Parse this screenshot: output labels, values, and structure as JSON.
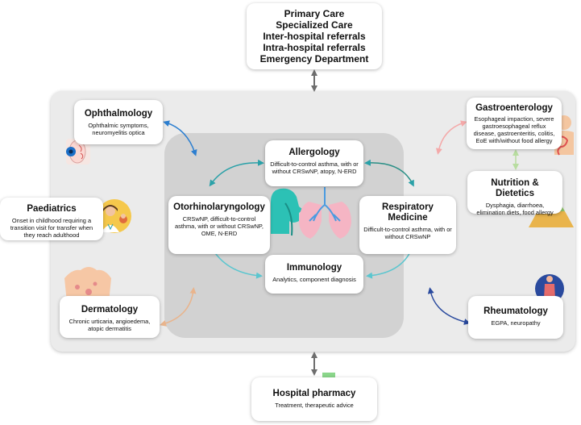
{
  "referral_sources": [
    "Primary Care",
    "Specialized Care",
    "Inter-hospital referrals",
    "Intra-hospital referrals",
    "Emergency Department"
  ],
  "core": {
    "allergology": {
      "title": "Allergology",
      "desc": "Difficult-to-control asthma, with or without CRSwNP, atopy, N-ERD"
    },
    "otorhinolaryngology": {
      "title": "Otorhinolaryngology",
      "desc": "CRSwNP, difficult-to-control asthma, with or without CRSwNP, OME, N-ERD"
    },
    "respiratory": {
      "title": "Respiratory Medicine",
      "desc": "Difficult-to-control asthma, with or without CRSwNP"
    },
    "immunology": {
      "title": "Immunology",
      "desc": "Analytics, component diagnosis"
    }
  },
  "peripheral": {
    "ophthalmology": {
      "title": "Ophthalmology",
      "desc": "Ophthalmic symptoms, neuromyelitis optica"
    },
    "paediatrics": {
      "title": "Paediatrics",
      "desc": "Onset in childhood requiring a transition visit for transfer when they reach adulthood"
    },
    "dermatology": {
      "title": "Dermatology",
      "desc": "Chronic urticaria, angioedema, atopic dermatitis"
    },
    "gastroenterology": {
      "title": "Gastroenterology",
      "desc": "Esophageal impaction, severe gastroesophageal reflux disease, gastroenteritis, colitis, EoE with/without food allergy"
    },
    "nutrition": {
      "title": "Nutrition & Dietetics",
      "desc": "Dysphagia, diarrhoea, elimination diets, food allergy"
    },
    "rheumatology": {
      "title": "Rheumatology",
      "desc": "EGPA, neuropathy"
    }
  },
  "pharmacy": {
    "title": "Hospital pharmacy",
    "desc": "Treatment, therapeutic advice"
  },
  "colors": {
    "core_arrows": "#2aa1a8",
    "ophthalmology_arrow": "#2d7fd0",
    "dermatology_arrow": "#e9b48c",
    "gastro_arrow": "#f4a9a9",
    "nutrition_arrow": "#b8dda0",
    "rheumatology_arrow": "#2a4a9e",
    "vertical_arrows": "#6e6e6e",
    "outer_panel": "#ebebeb",
    "inner_panel": "#d2d2d2"
  }
}
